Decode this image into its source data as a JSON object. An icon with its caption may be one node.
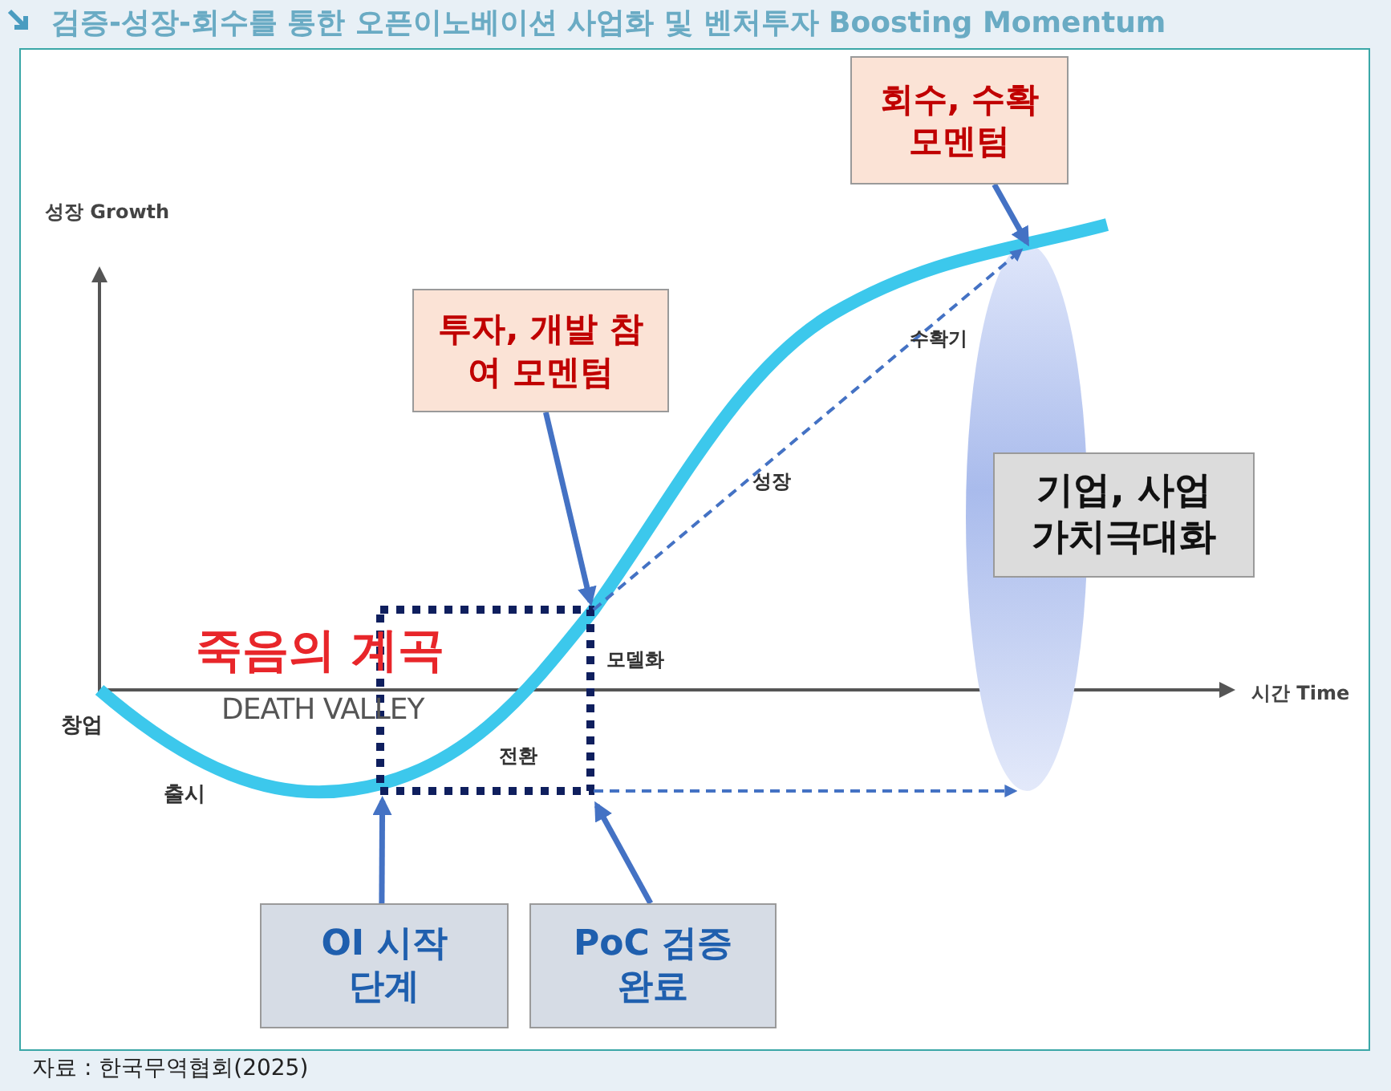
{
  "diagram": {
    "title": "검증-성장-회수를 통한 오픈이노베이션 사업화 및 벤처투자 Boosting Momentum",
    "caption": "자료 : 한국무역협회(2025)",
    "nodes": [
      {
        "text": [
          "회수, 수확 모멘텀"
        ]
      },
      {
        "text": [
          "투자, 개발 참여 모멘텀"
        ]
      },
      {
        "text": [
          "기업, 사업 가치극대화"
        ]
      },
      {
        "text": [],
        "shape": "box"
      },
      {
        "text": [
          "OI 시작 단계"
        ]
      },
      {
        "text": [
          "PoC 검증완료"
        ]
      },
      {
        "text": [],
        "shape": "ellipse"
      }
    ],
    "edges": [
      {
        "from": 0,
        "to": 6,
        "arrow": "to"
      },
      {
        "from": 1,
        "to": 3,
        "arrow": "to"
      },
      {
        "from": 3,
        "to": 6,
        "arrow": "to",
        "style": "dashed"
      },
      {
        "from": 3,
        "to": 6,
        "arrow": "to",
        "style": "dashed"
      },
      {
        "from": 4,
        "to": 3,
        "arrow": "to"
      },
      {
        "from": 5,
        "to": 3,
        "arrow": "to"
      }
    ],
    "labels": [
      "성장 Growth",
      "죽음의 계곡",
      "모델화",
      "창업",
      "DEATH VALLEY",
      "시간 Time",
      "전환",
      "출시",
      "성장",
      "수확기"
    ]
  }
}
